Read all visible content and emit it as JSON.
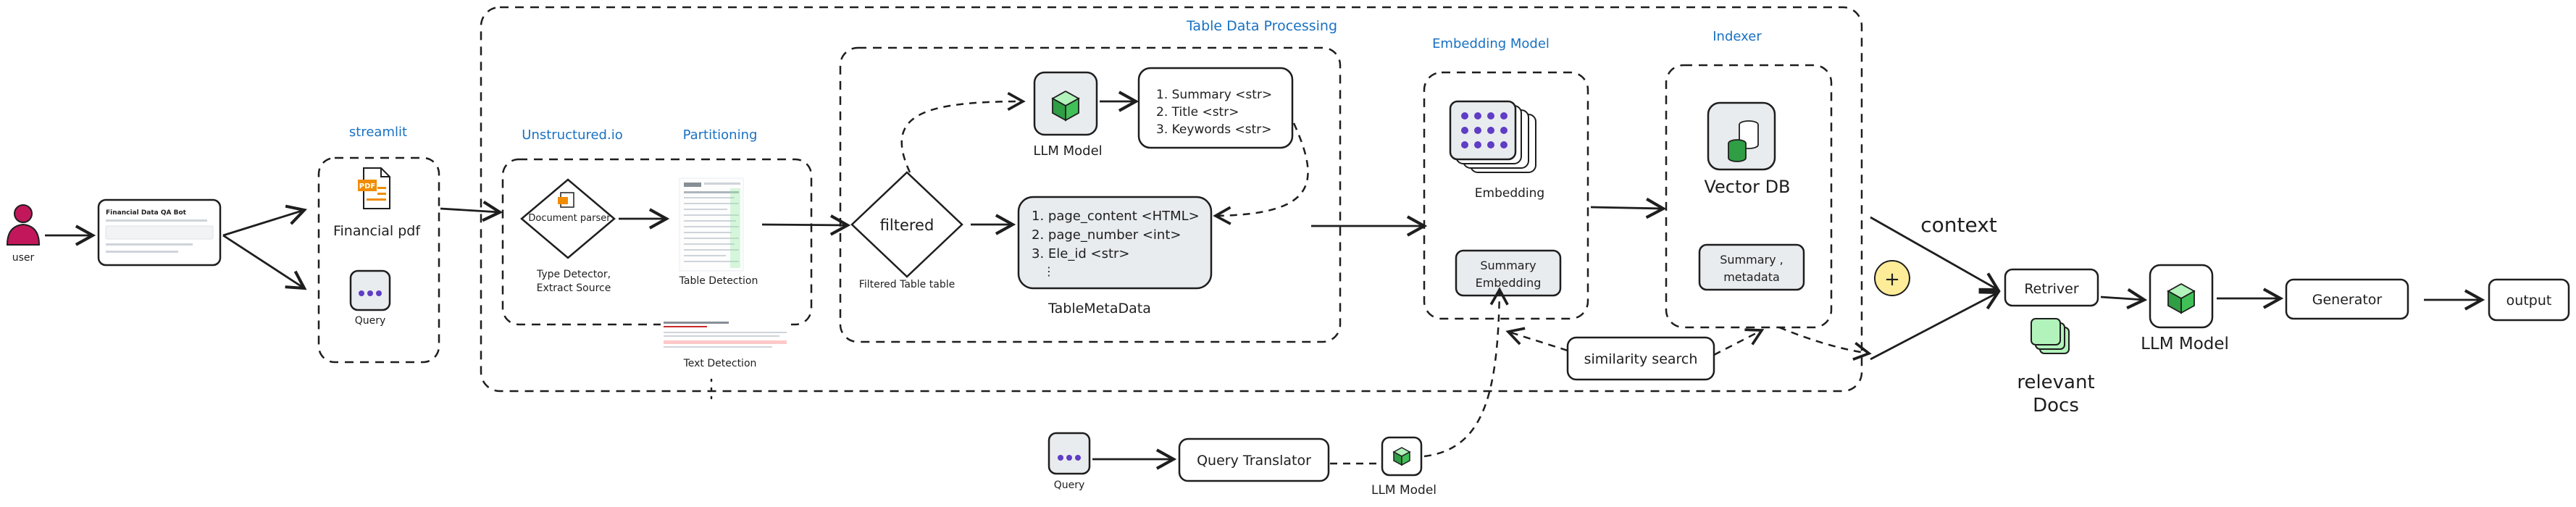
{
  "labels": {
    "user": "user",
    "streamlit": "streamlit",
    "financial_pdf": "Financial pdf",
    "query": "Query",
    "unstructured": "Unstructured.io",
    "partitioning": "Partitioning",
    "document_parser": "Document parser",
    "type_detector": "Type Detector,",
    "extract_source": "Extract Source",
    "table_detection": "Table Detection",
    "text_detection": "Text Detection",
    "table_data_processing": "Table Data Processing",
    "filtered": "filtered",
    "filtered_table": "Filtered Table table",
    "llm_model": "LLM Model",
    "summary_items": [
      "1. Summary <str>",
      "2. Title <str>",
      "3. Keywords <str>"
    ],
    "meta_items": [
      "1. page_content <HTML>",
      "2. page_number <int>",
      "3. Ele_id <str>"
    ],
    "meta_dots": "⋮",
    "table_metadata": "TableMetaData",
    "embedding_model": "Embedding Model",
    "embedding": "Embedding",
    "summary_embedding": [
      "Summary",
      "Embedding"
    ],
    "indexer": "Indexer",
    "vector_db": "Vector DB",
    "summary_metadata": [
      "Summary ,",
      "metadata"
    ],
    "similarity_search": "similarity search",
    "context": "context",
    "plus": "+",
    "retriver": "Retriver",
    "relevant_docs": [
      "relevant",
      "Docs"
    ],
    "llm_model_big": "LLM Model",
    "generator": "Generator",
    "output": "output",
    "query_translator": "Query Translator",
    "bottom_query": "Query",
    "bottom_llm": "LLM Model",
    "ui_title": "Financial Data QA Bot",
    "pdf_badge": "PDF"
  },
  "colors": {
    "accent_blue": "#1971c2",
    "user_red": "#c2185b",
    "pdf_orange": "#f08c00",
    "db_green": "#2f9e44",
    "embed_purple": "#5f3dc4",
    "plus_yellow": "#ffec99",
    "docs_green": "#b2f2bb",
    "soft_fill": "#e9ecef"
  }
}
